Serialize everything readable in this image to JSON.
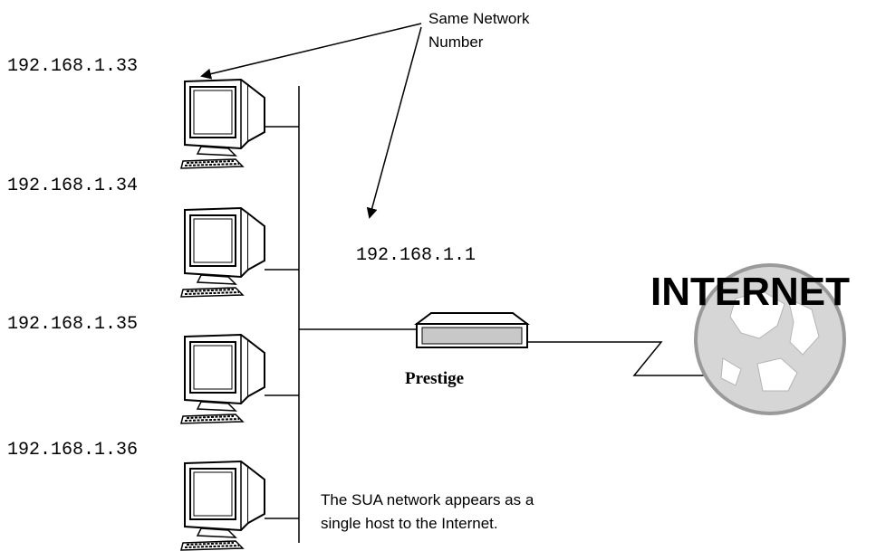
{
  "hosts": [
    {
      "ip": "192.168.1.33"
    },
    {
      "ip": "192.168.1.34"
    },
    {
      "ip": "192.168.1.35"
    },
    {
      "ip": "192.168.1.36"
    }
  ],
  "router": {
    "ip": "192.168.1.1",
    "name": "Prestige"
  },
  "callout": {
    "line1": "Same Network",
    "line2": "Number"
  },
  "note": {
    "line1": "The SUA network appears as a",
    "line2": "single host to the Internet."
  },
  "internet": {
    "label": "INTERNET"
  },
  "icons": [
    "computer-icon",
    "router-icon",
    "globe-icon"
  ]
}
